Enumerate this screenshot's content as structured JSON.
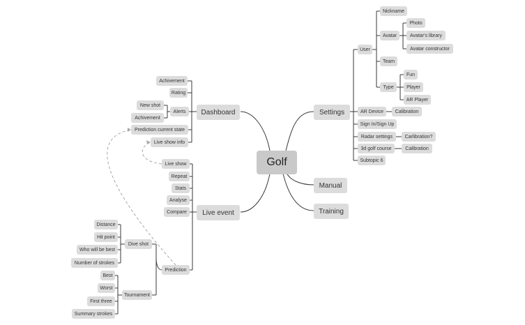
{
  "root": "Golf",
  "branches": {
    "settings": "Settings",
    "manual": "Manual",
    "training": "Training",
    "dashboard": "Dashboard",
    "live_event": "Live event"
  },
  "settings": {
    "user": "User",
    "nickname": "Nickname",
    "avatar": "Avatar",
    "photo": "Photo",
    "avatars_library": "Avatar's library",
    "avatar_constructor": "Avatar constructor",
    "team": "Team",
    "type": "Type",
    "fun": "Fun",
    "player": "Player",
    "ar_player": "AR Player",
    "ar_device": "AR Device",
    "calibration": "Calibration",
    "sign_in": "Sign In/Sign Up",
    "radar_settings": "Radar settings",
    "calibration_q": "Carlibration?",
    "golf_course_3d": "3d golf course",
    "calibration_2": "Calibration",
    "subtopic": "Subtopic 6"
  },
  "dashboard": {
    "achivement": "Achivement",
    "rating": "Rating",
    "alerts": "Alerts",
    "new_shot": "New shot",
    "achivement_2": "Achivement",
    "prediction_current_state": "Prediction current state",
    "live_show_info": "Live show info"
  },
  "live_event": {
    "live_show": "Live show",
    "repeat": "Repeat",
    "stats": "Stats",
    "analyse": "Analyse",
    "compare": "Compare",
    "prediction": "Prediction",
    "dive_shot": "Dive shot",
    "distance": "Distance",
    "hit_point": "Hit point",
    "who_will_be_best": "Who will be best",
    "number_of_strokes": "Number of  strokes",
    "tournament": "Tournament",
    "best": "Best",
    "worst": "Worst",
    "first_three": "First three",
    "summary_strokes": "Summary strokes"
  },
  "colors": {
    "node": "#dcdcdc",
    "root": "#c9c9c9",
    "line": "#3a3a3a",
    "dashed_link": "#a8a8a8"
  }
}
